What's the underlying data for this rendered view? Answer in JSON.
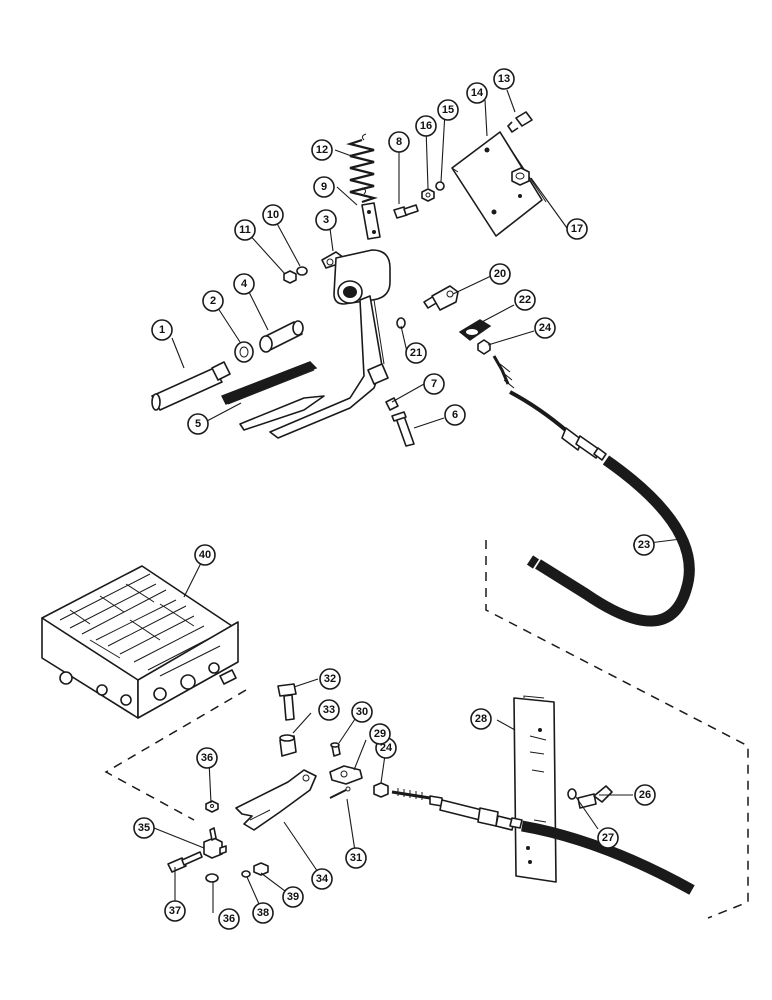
{
  "diagram": {
    "callouts": [
      {
        "id": "c1",
        "label": "1"
      },
      {
        "id": "c2",
        "label": "2"
      },
      {
        "id": "c3",
        "label": "3"
      },
      {
        "id": "c4",
        "label": "4"
      },
      {
        "id": "c5",
        "label": "5"
      },
      {
        "id": "c6",
        "label": "6"
      },
      {
        "id": "c7",
        "label": "7"
      },
      {
        "id": "c8",
        "label": "8"
      },
      {
        "id": "c9",
        "label": "9"
      },
      {
        "id": "c10",
        "label": "10"
      },
      {
        "id": "c11",
        "label": "11"
      },
      {
        "id": "c12",
        "label": "12"
      },
      {
        "id": "c13",
        "label": "13"
      },
      {
        "id": "c14",
        "label": "14"
      },
      {
        "id": "c15",
        "label": "15"
      },
      {
        "id": "c16",
        "label": "16"
      },
      {
        "id": "c17",
        "label": "17"
      },
      {
        "id": "c20",
        "label": "20"
      },
      {
        "id": "c21",
        "label": "21"
      },
      {
        "id": "c22",
        "label": "22"
      },
      {
        "id": "c23",
        "label": "23"
      },
      {
        "id": "c24a",
        "label": "24"
      },
      {
        "id": "c24b",
        "label": "24"
      },
      {
        "id": "c26",
        "label": "26"
      },
      {
        "id": "c27",
        "label": "27"
      },
      {
        "id": "c28",
        "label": "28"
      },
      {
        "id": "c29",
        "label": "29"
      },
      {
        "id": "c30",
        "label": "30"
      },
      {
        "id": "c31",
        "label": "31"
      },
      {
        "id": "c32",
        "label": "32"
      },
      {
        "id": "c33",
        "label": "33"
      },
      {
        "id": "c34",
        "label": "34"
      },
      {
        "id": "c35",
        "label": "35"
      },
      {
        "id": "c36a",
        "label": "36"
      },
      {
        "id": "c36b",
        "label": "36"
      },
      {
        "id": "c37",
        "label": "37"
      },
      {
        "id": "c38",
        "label": "38"
      },
      {
        "id": "c39",
        "label": "39"
      },
      {
        "id": "c40",
        "label": "40"
      }
    ]
  }
}
